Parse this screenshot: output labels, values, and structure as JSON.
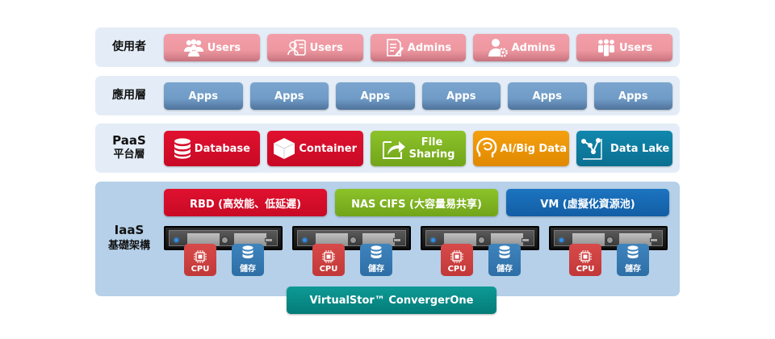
{
  "colors": {
    "layer_bg": "#e4edf7",
    "iaas_bg": "#b5d0e8",
    "users_pink": "#ee97a1",
    "apps_blue": "#6f9bc6",
    "database_red": "#d00d29",
    "file_green": "#7fb422",
    "ai_orange": "#ef9608",
    "datalake_teal": "#0d7ba0",
    "vm_blue": "#1769b3",
    "bottom_teal": "#089290"
  },
  "users_layer": {
    "label": "使用者",
    "items": [
      {
        "label": "Users",
        "icon": "user-group-icon"
      },
      {
        "label": "Users",
        "icon": "user-card-icon"
      },
      {
        "label": "Admins",
        "icon": "document-edit-icon"
      },
      {
        "label": "Admins",
        "icon": "user-gear-icon"
      },
      {
        "label": "Users",
        "icon": "team-icon"
      }
    ]
  },
  "apps_layer": {
    "label": "應用層",
    "items": [
      {
        "label": "Apps"
      },
      {
        "label": "Apps"
      },
      {
        "label": "Apps"
      },
      {
        "label": "Apps"
      },
      {
        "label": "Apps"
      },
      {
        "label": "Apps"
      }
    ]
  },
  "paas_layer": {
    "label_line1": "PaaS",
    "label_line2": "平台層",
    "items": [
      {
        "label": "Database",
        "icon": "database-icon"
      },
      {
        "label": "Container",
        "icon": "cube-icon"
      },
      {
        "label_line1": "File",
        "label_line2": "Sharing",
        "icon": "share-icon"
      },
      {
        "label": "AI/Big Data",
        "icon": "brain-head-icon"
      },
      {
        "label": "Data Lake",
        "icon": "graph-icon"
      }
    ]
  },
  "iaas_layer": {
    "label_line1": "IaaS",
    "label_line2": "基礎架構",
    "services": [
      {
        "label": "RBD (高效能、低延遲)"
      },
      {
        "label": "NAS CIFS (大容量易共享)"
      },
      {
        "label": "VM (虛擬化資源池)"
      }
    ],
    "servers": [
      {
        "cpu_label": "CPU",
        "storage_label": "儲存"
      },
      {
        "cpu_label": "CPU",
        "storage_label": "儲存"
      },
      {
        "cpu_label": "CPU",
        "storage_label": "儲存"
      },
      {
        "cpu_label": "CPU",
        "storage_label": "儲存"
      }
    ]
  },
  "footer": {
    "product": "VirtualStor™ ConvergerOne"
  }
}
